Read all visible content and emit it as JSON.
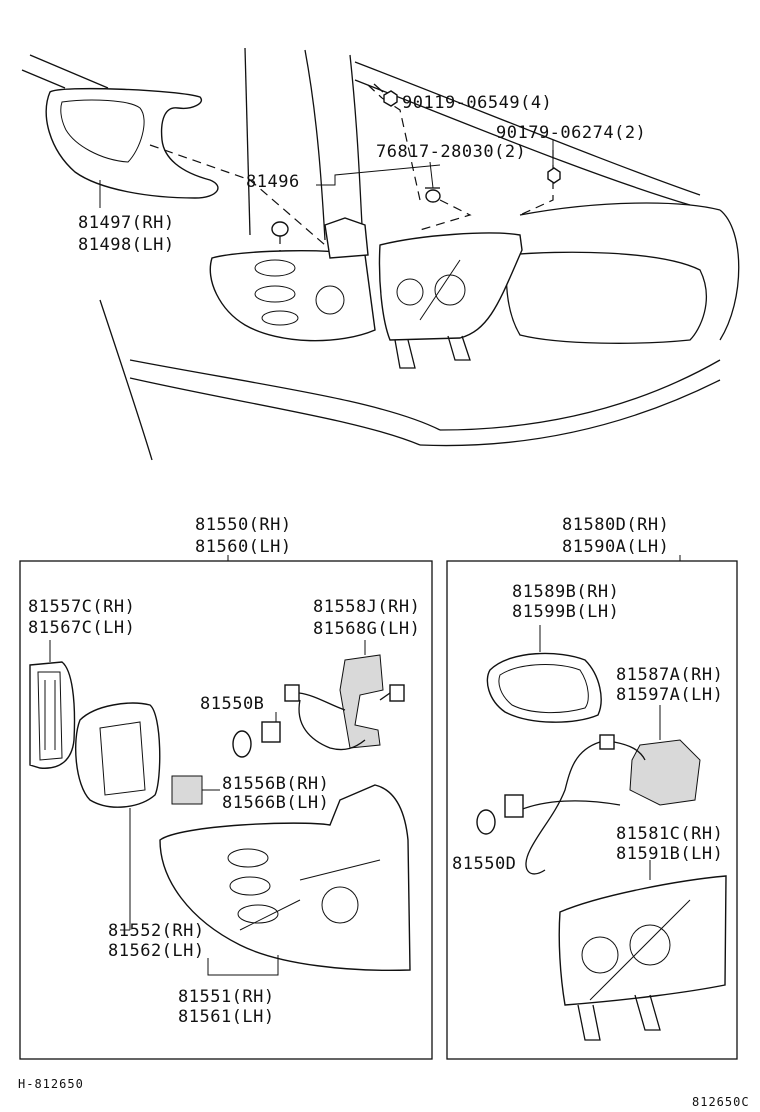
{
  "labels": {
    "l_90119": "90119-06549(4)",
    "l_90179": "90179-06274(2)",
    "l_76817": "76817-28030(2)",
    "l_81496": "81496",
    "l_81497": "81497(RH)",
    "l_81498": "81498(LH)",
    "l_81550": "81550(RH)",
    "l_81560": "81560(LH)",
    "l_81580d": "81580D(RH)",
    "l_81590a": "81590A(LH)",
    "l_81557c": "81557C(RH)",
    "l_81567c": "81567C(LH)",
    "l_81558j": "81558J(RH)",
    "l_81568g": "81568G(LH)",
    "l_81550b": "81550B",
    "l_81556b": "81556B(RH)",
    "l_81566b": "81566B(LH)",
    "l_81552": "81552(RH)",
    "l_81562": "81562(LH)",
    "l_81551": "81551(RH)",
    "l_81561": "81561(LH)",
    "l_81589b": "81589B(RH)",
    "l_81599b": "81599B(LH)",
    "l_81587a": "81587A(RH)",
    "l_81597a": "81597A(LH)",
    "l_81550d": "81550D",
    "l_81581c": "81581C(RH)",
    "l_81591b": "81591B(LH)"
  },
  "footer": {
    "left_code": "H-812650",
    "right_code": "812650C"
  }
}
